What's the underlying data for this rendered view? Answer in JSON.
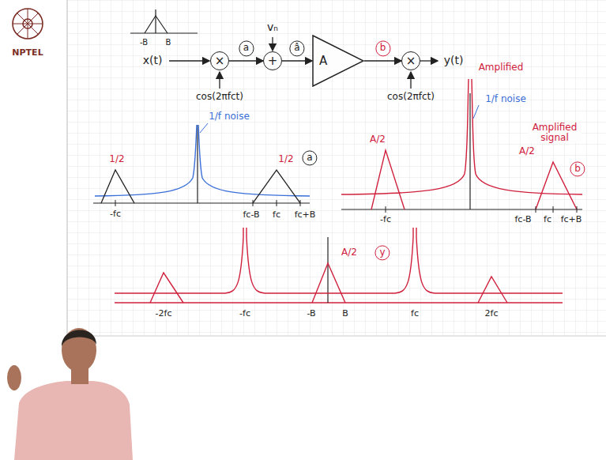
{
  "diagram": {
    "nodes": [
      {
        "text": [
          "×"
        ]
      },
      {
        "text": [
          "+"
        ]
      },
      {
        "text": [
          "A"
        ]
      },
      {
        "text": [
          "×"
        ]
      }
    ],
    "edges": [
      {
        "from": 0,
        "to": 1,
        "arrow": "to",
        "label": "a"
      },
      {
        "from": 1,
        "to": 2,
        "arrow": "to",
        "label": "â"
      },
      {
        "from": 2,
        "to": 3,
        "arrow": "to",
        "label": "b"
      }
    ],
    "labels": [
      "NPTEL",
      "-B",
      "B",
      "x(t)",
      "vₙ",
      "cos(2πfct)",
      "cos(2πfct)",
      "y(t)",
      "1/2",
      "1/f noise",
      "1/2",
      "a",
      "-fc",
      "fc-B",
      "fc",
      "fc+B",
      "Amplified",
      "1/f noise",
      "A/2",
      "Amplified signal",
      "A/2",
      "b",
      "-fc",
      "fc-B",
      "fc",
      "fc+B",
      "A/2",
      "y",
      "-2fc",
      "-fc",
      "-B",
      "B",
      "fc",
      "2fc"
    ]
  }
}
